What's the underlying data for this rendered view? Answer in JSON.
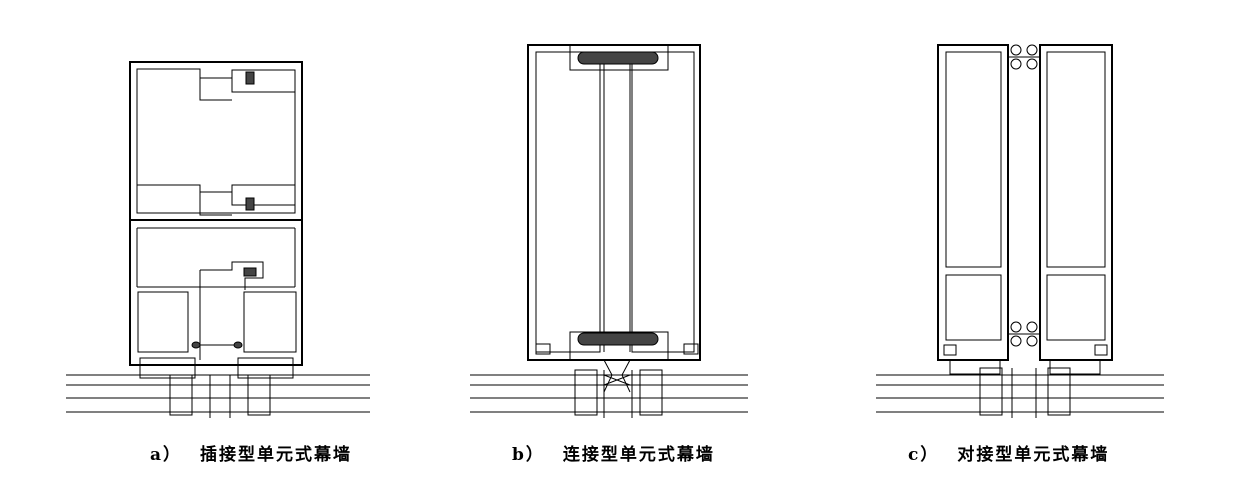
{
  "figure": {
    "panels": [
      {
        "index": "a）",
        "label": "插接型单元式幕墙"
      },
      {
        "index": "b）",
        "label": "连接型单元式幕墙"
      },
      {
        "index": "c）",
        "label": "对接型单元式幕墙"
      }
    ]
  },
  "colors": {
    "line": "#000000",
    "gasket": "#444444",
    "background": "#ffffff"
  }
}
